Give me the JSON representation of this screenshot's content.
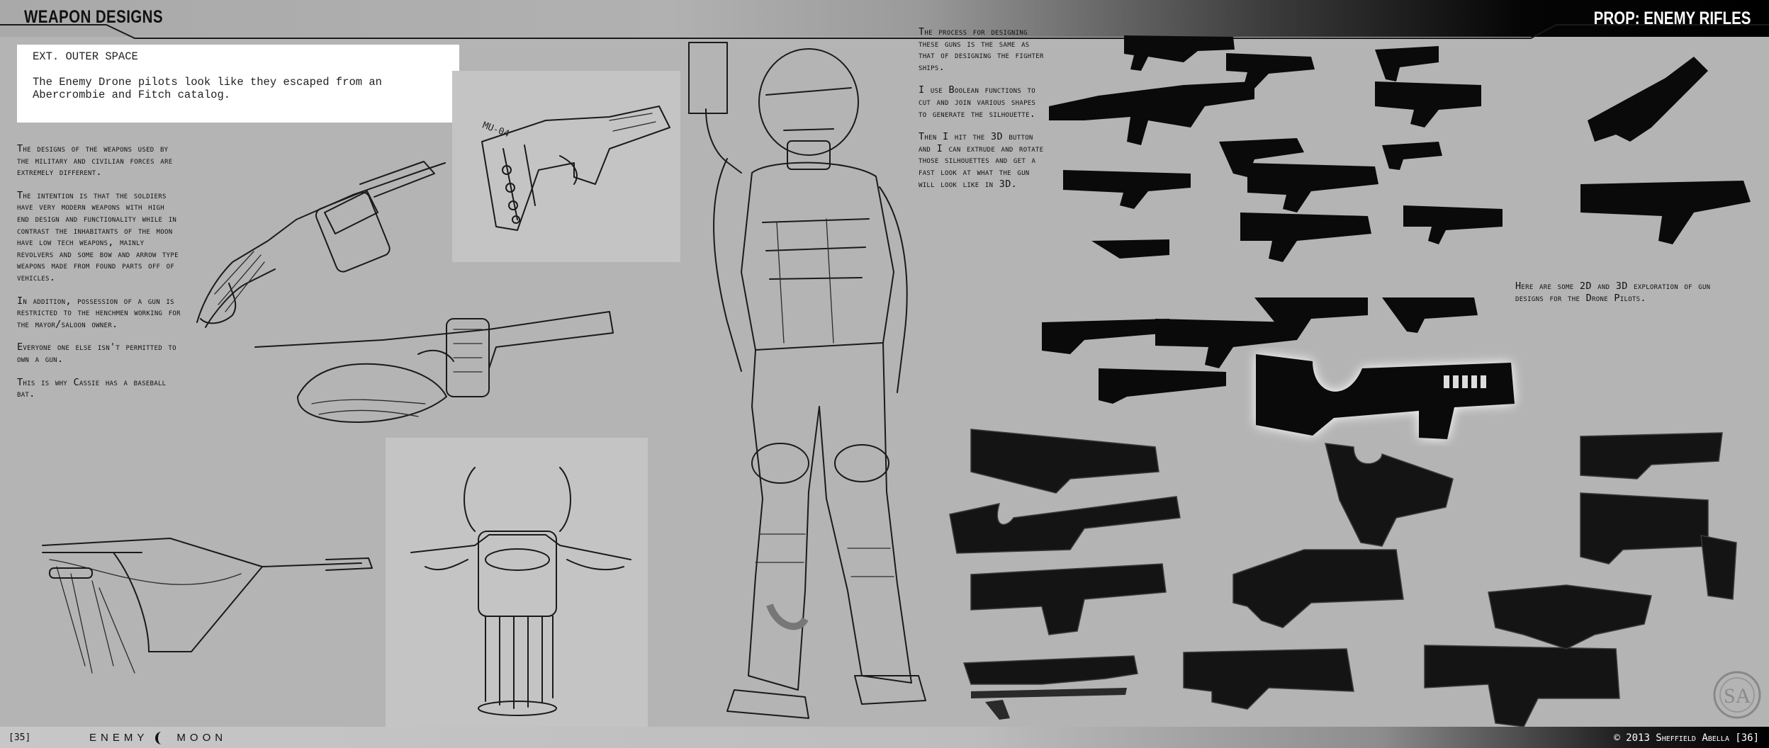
{
  "header": {
    "title": "WEAPON DESIGNS",
    "section": "PROP: ENEMY RIFLES"
  },
  "script": {
    "heading": "EXT. OUTER SPACE",
    "line": "The Enemy Drone pilots look like they escaped from an Abercrombie and Fitch catalog."
  },
  "left_text": [
    "The designs of the weapons used by the military and civilian forces are extremely different.",
    "The intention is that the soldiers have very modern weapons with high end design and functionality while in contrast the inhabitants of the moon have low tech weapons, mainly revolvers and some bow and arrow type weapons made from found parts off of vehicles.",
    "In addition, possession of a gun is restricted to the henchmen working for the mayor/saloon owner.",
    "Everyone one else isn't permitted to own a gun.",
    "This is why Cassie has a baseball bat."
  ],
  "mid_text": [
    "The process for designing these guns is the same as that of designing the fighter ships.",
    "I use Boolean functions to cut and join various shapes to generate the silhouette.",
    "Then I hit the 3D button and I can extrude and rotate those silhouettes and get a fast look at what the gun will look like in 3D."
  ],
  "right_note": "Here are some 2D and 3D exploration of gun designs for the Drone Pilots.",
  "sketch_label": "MU-04",
  "footer": {
    "page_left": "[35]",
    "logo_left": "ENEMY",
    "logo_right": "MOON",
    "copyright": "© 2013 Sheffield Abella  [36]"
  },
  "icons": {
    "monogram": "sa-monogram-icon"
  }
}
